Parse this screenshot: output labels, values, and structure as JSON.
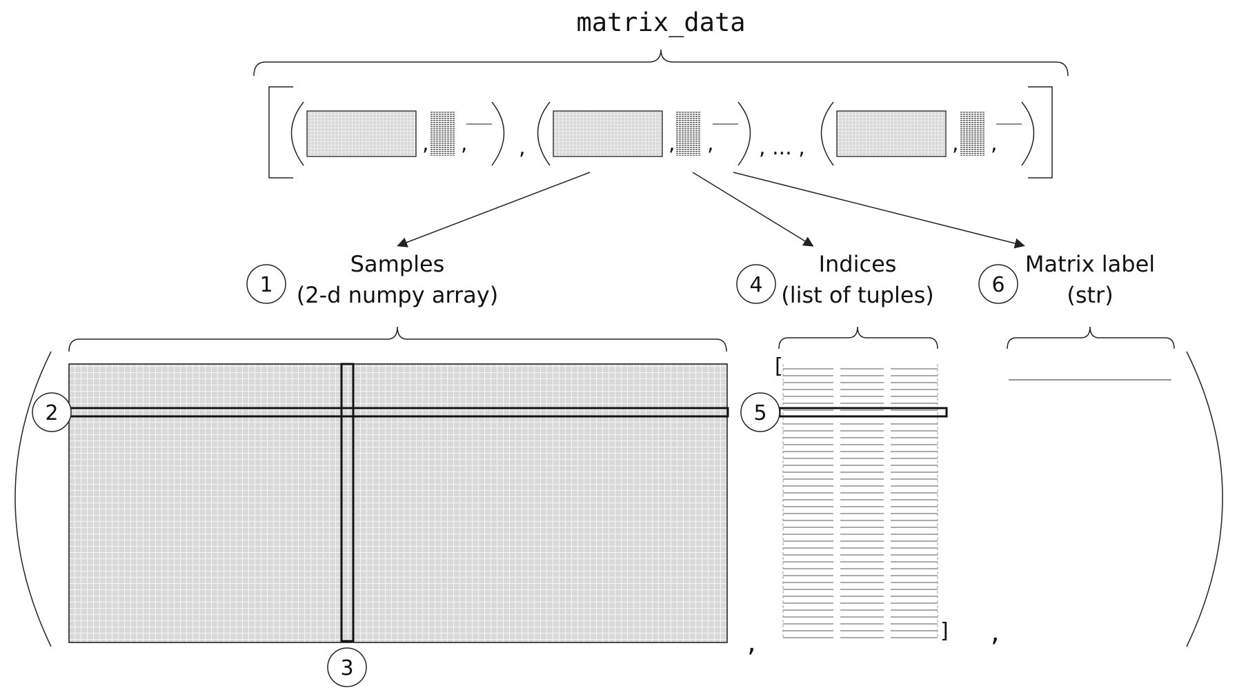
{
  "title": "matrix_data",
  "top_ellipsis": ", ... ,",
  "separator_comma": ",",
  "bracket_open": "[",
  "bracket_close": "]",
  "callouts": [
    {
      "id": "1",
      "line1": "Samples",
      "line2": "(2-d numpy array)"
    },
    {
      "id": "4",
      "line1": "Indices",
      "line2": "(list of tuples)"
    },
    {
      "id": "6",
      "line1": "Matrix label",
      "line2": "(str)"
    }
  ],
  "markers": [
    "2",
    "3",
    "5"
  ],
  "colors": {
    "grid_fill": "#d9d9d9",
    "grid_line": "#ffffff",
    "stroke": "#222222"
  }
}
